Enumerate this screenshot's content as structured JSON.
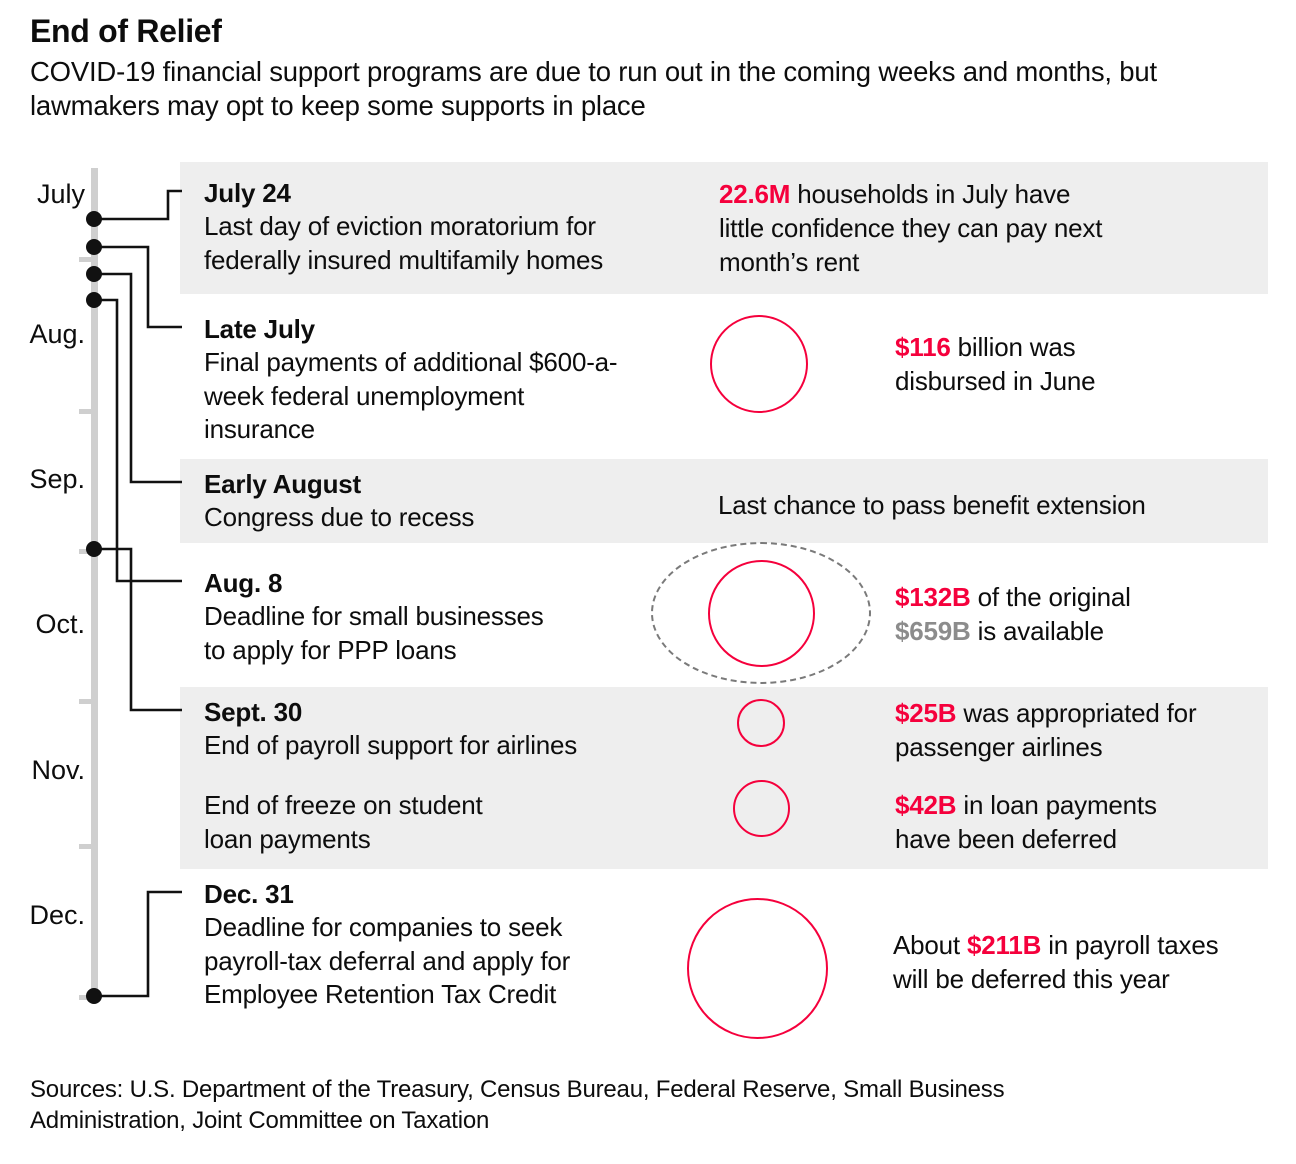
{
  "header": {
    "title": "End of Relief",
    "subtitle": "COVID-19 financial support programs are due to run out in the coming weeks and months, but lawmakers may opt to keep some supports in place"
  },
  "axis": {
    "months": [
      "July",
      "Aug.",
      "Sep.",
      "Oct.",
      "Nov.",
      "Dec."
    ]
  },
  "rows": [
    {
      "date": "July 24",
      "desc_line1": "Last day of eviction moratorium for",
      "desc_line2": "federally insured multifamily homes",
      "stat_value": "22.6M",
      "stat_rest_line1": " households in July have",
      "stat_rest_line2": "little confidence they can pay next",
      "stat_rest_line3": "month’s rent"
    },
    {
      "date": "Late July",
      "desc_line1": "Final payments of additional $600-a-",
      "desc_line2": "week federal unemployment",
      "desc_line3": "insurance",
      "stat_value": "$116",
      "stat_rest_line1": " billion was",
      "stat_rest_line2": "disbursed in June"
    },
    {
      "date": "Early August",
      "desc_line1": "Congress due to recess",
      "note": "Last chance to pass benefit extension"
    },
    {
      "date": "Aug. 8",
      "desc_line1": "Deadline for small businesses",
      "desc_line2": "to apply for PPP loans",
      "stat_value": "$132B",
      "stat_rest_line1": " of the original",
      "stat_value2": "$659B",
      "stat_rest_line2": " is available"
    },
    {
      "date": "Sept. 30",
      "desc_line1": "End of payroll support for airlines",
      "stat_value": "$25B",
      "stat_rest_line1": " was appropriated for",
      "stat_rest_line2": "passenger airlines"
    },
    {
      "date": "",
      "desc_line1": "End of freeze on student",
      "desc_line2": "loan payments",
      "stat_value": "$42B",
      "stat_rest_line1": " in loan payments",
      "stat_rest_line2": "have been deferred"
    },
    {
      "date": "Dec. 31",
      "desc_line1": "Deadline for companies to seek",
      "desc_line2": "payroll-tax deferral and apply for",
      "desc_line3": "Employee Retention Tax Credit",
      "stat_prefix": "About ",
      "stat_value": "$211B",
      "stat_rest_line1": " in payroll taxes",
      "stat_rest_line2": "will be deferred this year"
    }
  ],
  "footer": {
    "sources_line1": "Sources: U.S. Department of the Treasury, Census Bureau, Federal Reserve, Small Business",
    "sources_line2": "Administration, Joint Committee on Taxation"
  },
  "colors": {
    "accent_red": "#f5003c",
    "muted_grey": "#8c8c8c",
    "band_grey": "#eeeeee",
    "axis_grey": "#cfcfcf"
  }
}
